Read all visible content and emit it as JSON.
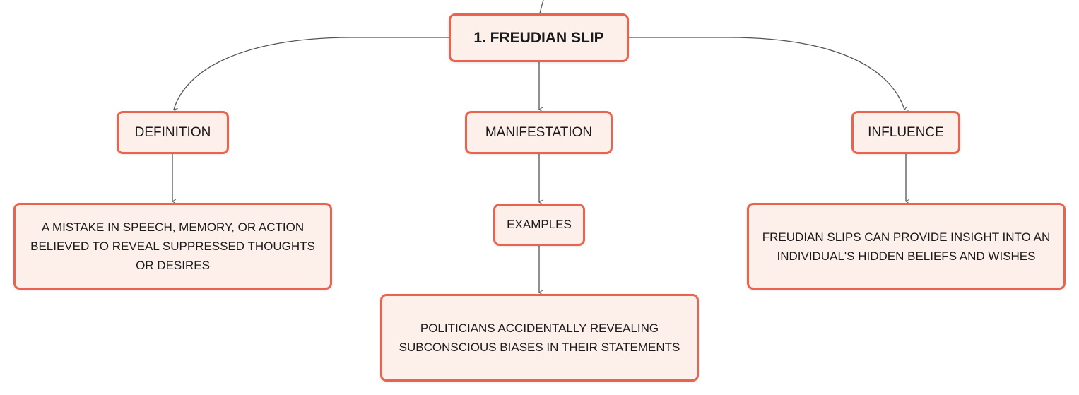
{
  "colors": {
    "node_fill": "#fdefea",
    "node_border": "#e9634e",
    "connector": "#555555",
    "text": "#1a1a1a"
  },
  "root": {
    "label": "1. FREUDIAN SLIP"
  },
  "branches": [
    {
      "label": "DEFINITION",
      "child": "A MISTAKE IN SPEECH, MEMORY, OR ACTION BELIEVED TO REVEAL SUPPRESSED THOUGHTS OR DESIRES"
    },
    {
      "label": "MANIFESTATION",
      "child": "EXAMPLES",
      "grandchild": "POLITICIANS ACCIDENTALLY REVEALING SUBCONSCIOUS BIASES IN THEIR STATEMENTS"
    },
    {
      "label": "INFLUENCE",
      "child": "FREUDIAN SLIPS CAN PROVIDE INSIGHT INTO AN INDIVIDUAL'S HIDDEN BELIEFS AND WISHES"
    }
  ]
}
